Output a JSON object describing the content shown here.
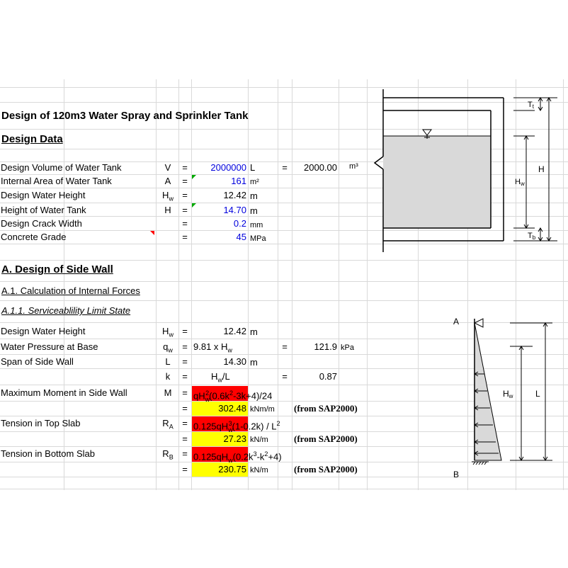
{
  "title": "Design of 120m3 Water Spray and Sprinkler Tank",
  "design_data": {
    "heading": "Design Data",
    "rows": [
      {
        "label": "Design Volume of Water Tank",
        "sym": "V",
        "eq": "=",
        "value": "2000000",
        "unit": "L",
        "eq2": "=",
        "value2": "2000.00",
        "unit2": "m³"
      },
      {
        "label": "Internal Area of Water Tank",
        "sym": "A",
        "eq": "=",
        "value": "161",
        "unit": "m²"
      },
      {
        "label": "Design Water Height",
        "sym": "H",
        "sub": "w",
        "eq": "=",
        "value": "12.42",
        "unit": "m"
      },
      {
        "label": "Height of Water Tank",
        "sym": "H",
        "eq": "=",
        "value": "14.70",
        "unit": "m"
      },
      {
        "label": "Design Crack Width",
        "eq": "=",
        "value": "0.2",
        "unit": "mm"
      },
      {
        "label": "Concrete Grade",
        "eq": "=",
        "value": "45",
        "unit": "MPa"
      }
    ]
  },
  "side_wall": {
    "heading": "A. Design of Side Wall",
    "sub1": "A.1. Calculation of Internal Forces",
    "sub2": "A.1.1. Serviceablility Limit State",
    "rows": {
      "hw": {
        "label": "Design Water Height",
        "sym": "H",
        "sub": "w",
        "eq": "=",
        "value": "12.42",
        "unit": "m"
      },
      "qw": {
        "label": "Water Pressure at Base",
        "sym": "q",
        "sub": "w",
        "eq": "=",
        "formula_pre": "9.81 x H",
        "formula_sub": "w",
        "eq2": "=",
        "value2": "121.9",
        "unit2": "kPa"
      },
      "l": {
        "label": "Span of Side Wall",
        "sym": "L",
        "eq": "=",
        "value": "14.30",
        "unit": "m"
      },
      "k": {
        "sym": "k",
        "eq": "=",
        "formula_a": "H",
        "formula_sub": "w",
        "formula_b": "/L",
        "eq2": "=",
        "value2": "0.87"
      },
      "m": {
        "label": "Maximum Moment in Side Wall",
        "sym": "M",
        "eq": "=",
        "formula": "qH",
        "formula_sub": "w",
        "formula_sup": "2",
        "formula_rest": "(0.6k",
        "formula_sup2": "2",
        "formula_rest2": "-3k+4)/24"
      },
      "m_val": {
        "eq": "=",
        "value": "302.48",
        "unit": "kNm/m",
        "source": "(from SAP2000)"
      },
      "ra": {
        "label": "Tension in Top Slab",
        "sym": "R",
        "sub": "A",
        "eq": "=",
        "formula": "0.125qH",
        "formula_sub": "w",
        "formula_sup": "3",
        "formula_rest": "(1-0.2k) / L",
        "formula_sup2": "2"
      },
      "ra_val": {
        "eq": "=",
        "value": "27.23",
        "unit": "kN/m",
        "source": "(from SAP2000)"
      },
      "rb": {
        "label": "Tension in Bottom Slab",
        "sym": "R",
        "sub": "B",
        "eq": "=",
        "formula": "0.125qH",
        "formula_sub": "w",
        "formula_rest": "(0.2k",
        "formula_sup": "3",
        "formula_rest2": "-k",
        "formula_sup2": "2",
        "formula_rest3": "+4)"
      },
      "rb_val": {
        "eq": "=",
        "value": "230.75",
        "unit": "kN/m",
        "source": "(from SAP2000)"
      }
    }
  },
  "tank_diagram": {
    "label_tt": "T",
    "label_tt_sub": "t",
    "label_h": "H",
    "label_hw": "H",
    "label_hw_sub": "w",
    "label_tb": "T",
    "label_tb_sub": "b",
    "water_fill": "#d9d9d9"
  },
  "wall_diagram": {
    "label_a": "A",
    "label_b": "B",
    "label_hw": "H",
    "label_hw_sub": "w",
    "label_l": "L"
  },
  "colors": {
    "input_blue": "#0000dd",
    "formula_red": "#ff0000",
    "result_yellow": "#ffff00",
    "grid": "#d9d9d9"
  }
}
